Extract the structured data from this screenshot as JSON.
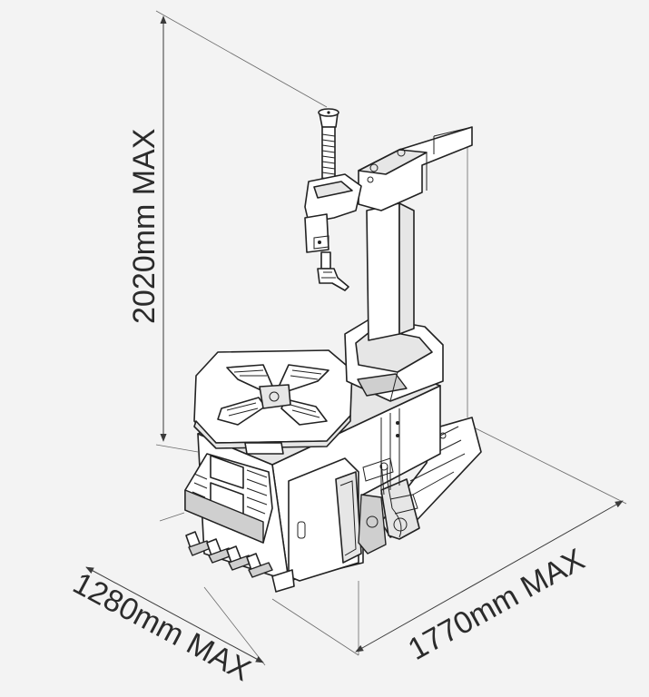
{
  "dimensions": {
    "height_label": "2020mm MAX",
    "depth_label": "1280mm MAX",
    "length_label": "1770mm MAX"
  },
  "colors": {
    "background": "#f3f3f3",
    "line": "#222222",
    "text": "#2b2b2b"
  }
}
